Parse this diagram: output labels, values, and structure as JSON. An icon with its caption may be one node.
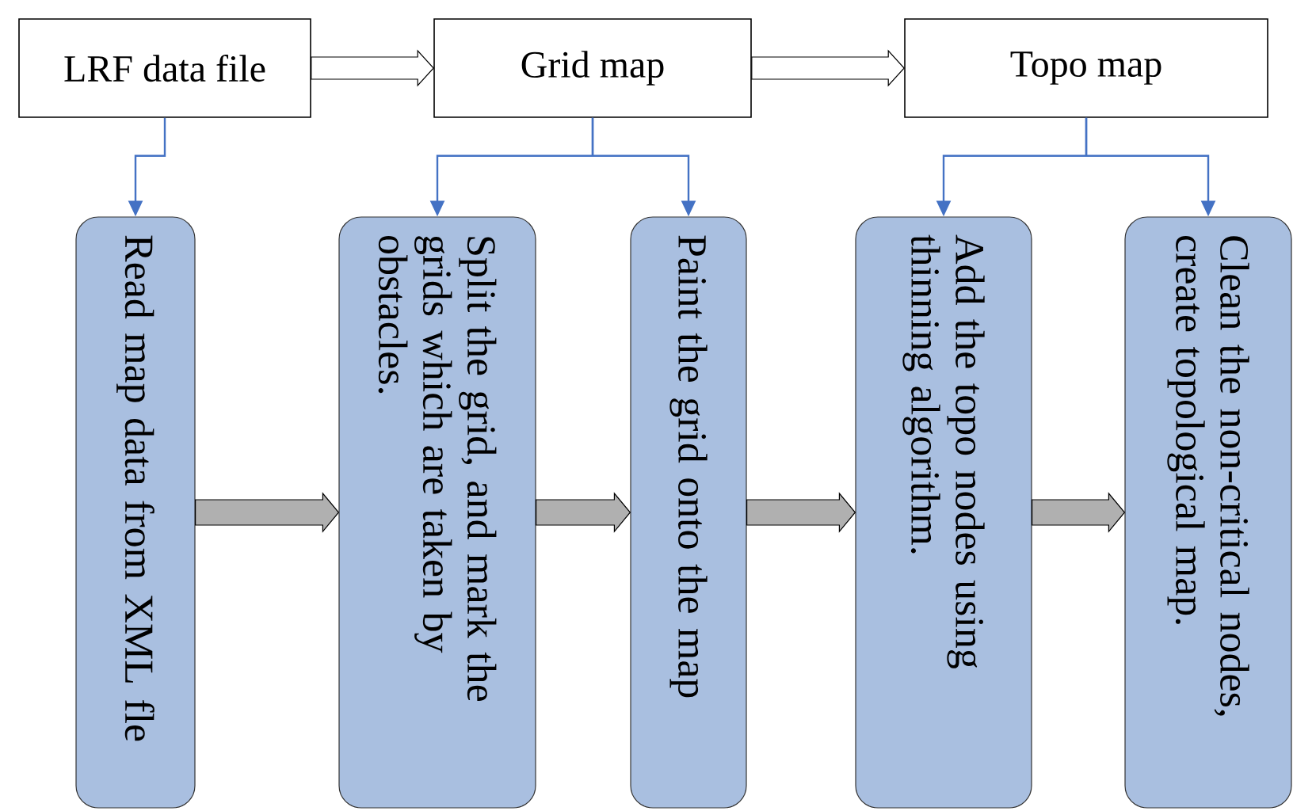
{
  "diagram": {
    "nodes": [
      {
        "text": [
          "LRF data file"
        ]
      },
      {
        "text": [
          "Grid map"
        ]
      },
      {
        "text": [
          "Topo map"
        ]
      },
      {
        "text": [
          "Read  map data from XML fle"
        ]
      },
      {
        "text": [
          "Split the grid, and mark the grids which are taken by obstacles."
        ]
      },
      {
        "text": [
          "Paint the grid onto the map"
        ]
      },
      {
        "text": [
          "Add the topo nodes using thinning algorithm."
        ]
      },
      {
        "text": [
          "Clean the non-critical nodes, create topological map."
        ]
      }
    ],
    "edges": [
      {
        "from": 0,
        "to": 1,
        "arrow": "to",
        "style": "thick"
      },
      {
        "from": 1,
        "to": 2,
        "arrow": "to",
        "style": "thick"
      },
      {
        "from": 0,
        "to": 3,
        "arrow": "to"
      },
      {
        "from": 1,
        "to": 4,
        "arrow": "to"
      },
      {
        "from": 1,
        "to": 5,
        "arrow": "to"
      },
      {
        "from": 2,
        "to": 6,
        "arrow": "to"
      },
      {
        "from": 2,
        "to": 7,
        "arrow": "to"
      },
      {
        "from": 3,
        "to": 4,
        "arrow": "to",
        "style": "thick",
        "color": "#b0b0b0"
      },
      {
        "from": 4,
        "to": 5,
        "arrow": "to",
        "style": "thick",
        "color": "#b0b0b0"
      },
      {
        "from": 5,
        "to": 6,
        "arrow": "to",
        "style": "thick",
        "color": "#b0b0b0"
      },
      {
        "from": 6,
        "to": 7,
        "arrow": "to",
        "style": "thick",
        "color": "#b0b0b0"
      }
    ]
  }
}
